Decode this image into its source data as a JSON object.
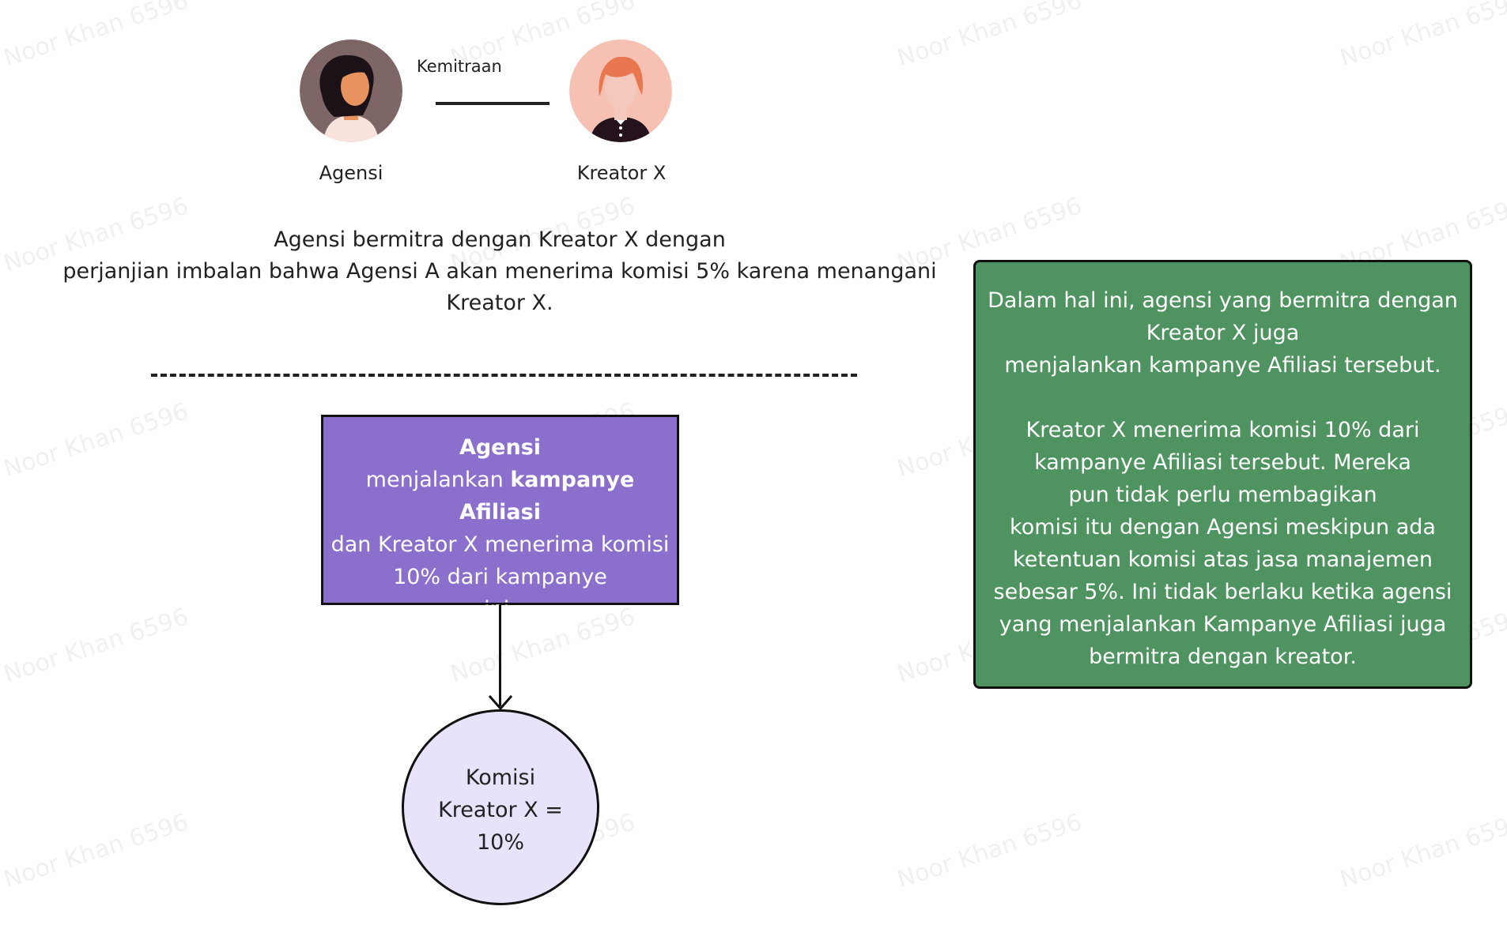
{
  "header": {
    "agency_label": "Agensi",
    "creator_label": "Kreator X",
    "partnership_label": "Kemitraan"
  },
  "intro": {
    "lines": [
      "Agensi bermitra dengan Kreator X dengan",
      "perjanjian imbalan bahwa Agensi A akan menerima komisi 5% karena menangani",
      "Kreator X."
    ]
  },
  "campaign_box": {
    "title": "Agensi",
    "line2_prefix": "menjalankan ",
    "line2_bold": "kampanye Afiliasi",
    "line3": "dan Kreator X menerima komisi",
    "line4": "10% dari kampanye",
    "line5": "ini."
  },
  "commission_circle": {
    "lines": [
      "Komisi",
      "Kreator X =",
      "10%"
    ]
  },
  "note_box": {
    "paragraph1": [
      "Dalam hal ini, agensi yang bermitra dengan",
      "Kreator X juga",
      "menjalankan kampanye Afiliasi tersebut."
    ],
    "paragraph2": [
      "Kreator X menerima komisi 10% dari",
      "kampanye Afiliasi tersebut. Mereka",
      "pun tidak perlu membagikan",
      "komisi itu dengan Agensi meskipun ada",
      "ketentuan komisi atas jasa manajemen",
      "sebesar 5%. Ini tidak berlaku ketika agensi",
      "yang menjalankan Kampanye Afiliasi juga",
      "bermitra dengan kreator."
    ]
  },
  "watermark_text": "Noor Khan 6596",
  "colors": {
    "purple_box": "#8b6fcd",
    "circle_fill": "#e8e2fb",
    "green_box": "#4f9460"
  }
}
